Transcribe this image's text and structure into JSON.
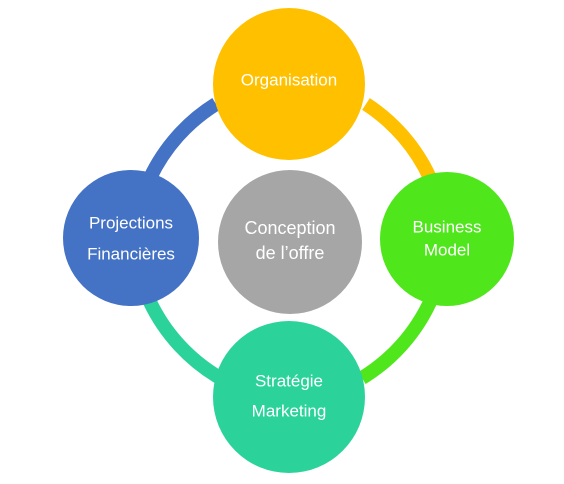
{
  "diagram": {
    "center": {
      "line1": "Conception",
      "line2": "de l’offre",
      "color": "#A6A6A6"
    },
    "top": {
      "line1": "Organisation",
      "color": "#FFC000"
    },
    "right": {
      "line1": "Business",
      "line2": "Model",
      "color": "#4FE61C"
    },
    "bottom": {
      "line1": "Stratégie",
      "line2": "Marketing",
      "color": "#2BD39B"
    },
    "left": {
      "line1": "Projections",
      "line2": "Financières",
      "color": "#4472C4"
    },
    "connectors": {
      "top_right": "#FFC000",
      "right_bottom": "#4FE61C",
      "bottom_left": "#2BD39B",
      "left_top": "#4472C4"
    }
  }
}
